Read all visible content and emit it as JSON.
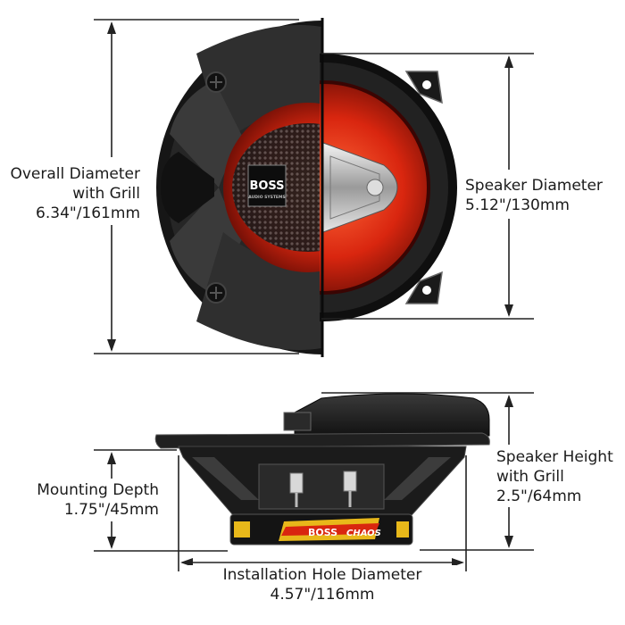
{
  "dimensions": {
    "overall_diameter": {
      "label_line1": "Overall Diameter",
      "label_line2": "with Grill",
      "value": "6.34\"/161mm"
    },
    "speaker_diameter": {
      "label": "Speaker Diameter",
      "value": "5.12\"/130mm"
    },
    "speaker_height": {
      "label_line1": "Speaker Height",
      "label_line2": "with Grill",
      "value": "2.5\"/64mm"
    },
    "mounting_depth": {
      "label": "Mounting Depth",
      "value": "1.75\"/45mm"
    },
    "installation_hole": {
      "label": "Installation Hole Diameter",
      "value": "4.57\"/116mm"
    }
  },
  "product": {
    "brand_logo": "BOSS",
    "brand_sub": "AUDIO SYSTEMS",
    "series": "CHAOS"
  },
  "colors": {
    "accent_red": "#d9260f",
    "dark": "#1c1c1c",
    "line": "#222222"
  }
}
